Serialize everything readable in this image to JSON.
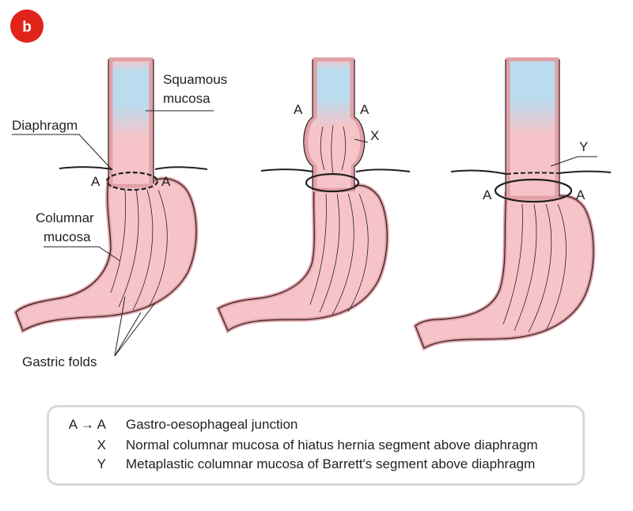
{
  "panel_badge": "b",
  "labels": {
    "squamous_1": "Squamous",
    "squamous_2": "mucosa",
    "diaphragm": "Diaphragm",
    "columnar_1": "Columnar",
    "columnar_2": "mucosa",
    "gastric_folds": "Gastric folds",
    "a": "A",
    "x": "X",
    "y": "Y"
  },
  "legend": [
    {
      "symbol": "A → A",
      "text": "Gastro-oesophageal junction"
    },
    {
      "symbol": "X",
      "text": "Normal columnar mucosa of hiatus hernia segment above diaphragm"
    },
    {
      "symbol": "Y",
      "text": "Metaplastic columnar mucosa of Barrett's segment above diaphragm"
    }
  ],
  "colors": {
    "badge": "#e0241c",
    "mucosa_pink": "#f6c4c8",
    "squamous_blue": "#b9dcef",
    "wall": "#e2a0a6",
    "outline": "#231f20",
    "key_border": "#d9d9de"
  }
}
